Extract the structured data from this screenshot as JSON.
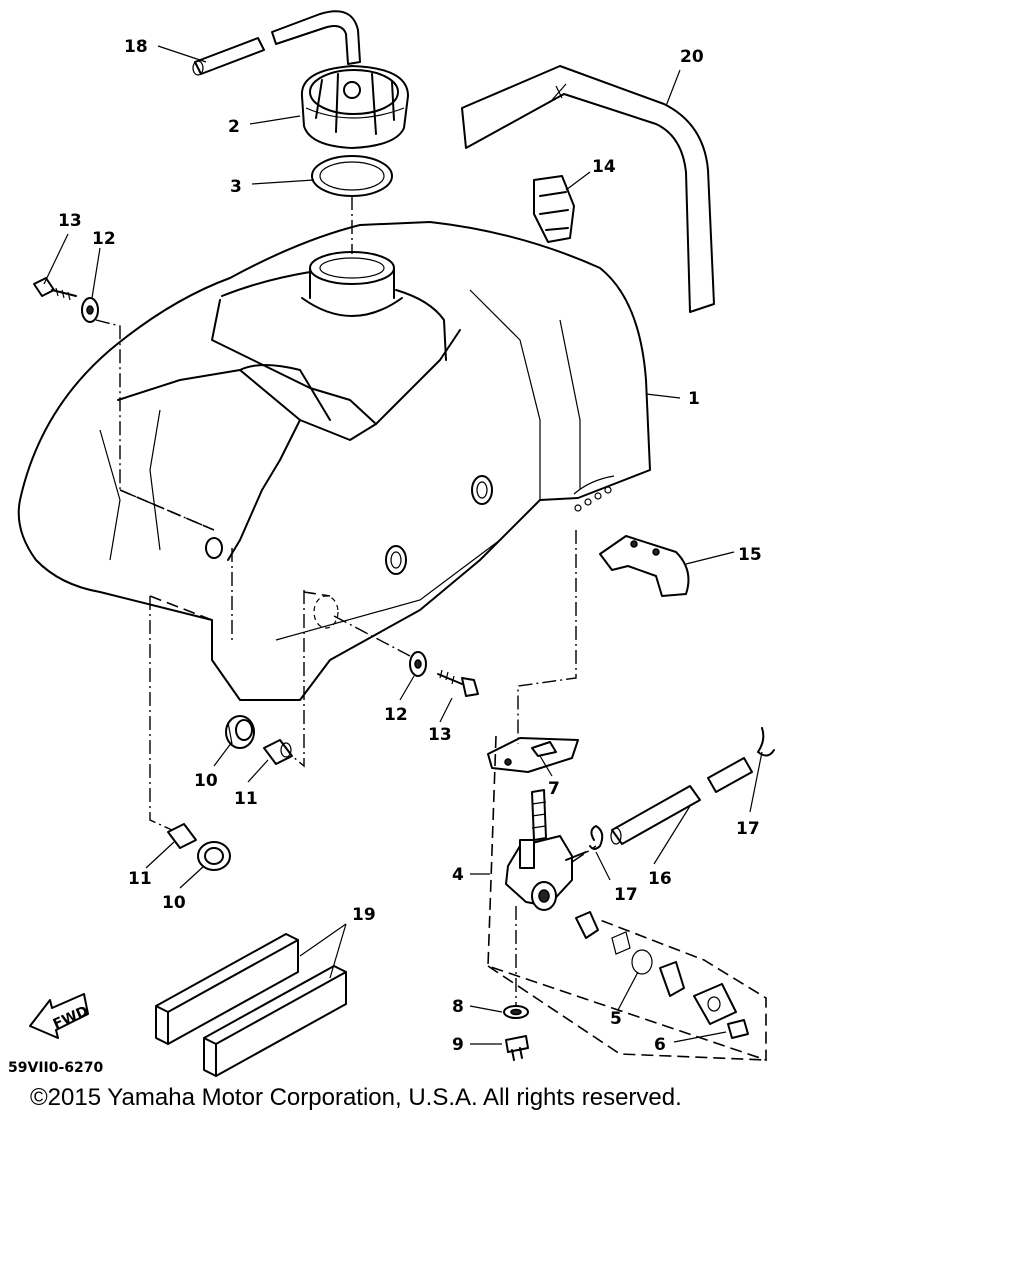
{
  "diagram": {
    "callouts": {
      "c1": "1",
      "c2": "2",
      "c3": "3",
      "c4": "4",
      "c5": "5",
      "c6": "6",
      "c7": "7",
      "c8": "8",
      "c9": "9",
      "c10a": "10",
      "c10b": "10",
      "c11a": "11",
      "c11b": "11",
      "c12a": "12",
      "c12b": "12",
      "c13a": "13",
      "c13b": "13",
      "c14": "14",
      "c15": "15",
      "c16": "16",
      "c17a": "17",
      "c17b": "17",
      "c18": "18",
      "c19": "19",
      "c20": "20"
    },
    "fwd_label": "FWD",
    "drawing_code": "59VII0-6270"
  },
  "footer": {
    "copyright": "©2015 Yamaha Motor Corporation, U.S.A. All rights reserved."
  }
}
